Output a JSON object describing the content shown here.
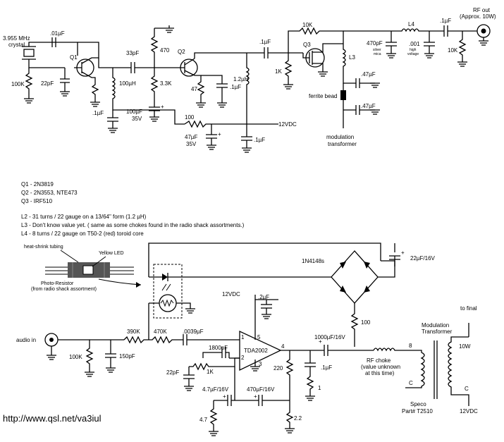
{
  "transmitter": {
    "crystal": "3.955 MHz\ncrystal",
    "c_01uF": ".01µF",
    "q1": "Q1",
    "r100k": "100K",
    "c22pF": "22pF",
    "c33pF": "33pF",
    "l100uH": "100µH",
    "c1uF_a": ".1µF",
    "r470": "470",
    "r33k": "3.3K",
    "c100uF": "100µF",
    "v35_a": "35V",
    "q2": "Q2",
    "r47": "47",
    "c1uF_b": ".1µF",
    "r100": "100",
    "c47uF": "47µF",
    "v35_b": "35V",
    "c1uF_c": ".1µF",
    "l12uH": "1.2µH",
    "c1uF_d": ".1µF",
    "r1k": "1K",
    "r10k_a": "10K",
    "q3": "Q3",
    "l3": "L3",
    "vdc12": "12VDC",
    "ferrite": "ferrite bead",
    "c47uF_a": ".47µF",
    "c47uF_b": ".47µF",
    "modtrans": "modulation\ntransformer",
    "c470pF": "470pF",
    "silver": "silver\nmica",
    "c001": ".001",
    "highv": "high\nvoltage",
    "l4": "L4",
    "c1uF_e": ".1µF",
    "r10k_b": "10K",
    "rfout": "RF out\n(Approx. 10W)"
  },
  "parts_list": [
    "Q1 - 2N3819",
    "Q2 - 2N3553, NTE473",
    "Q3 - IRF510",
    "",
    "L2 - 31 turns / 22 gauge on a 13/64\" form (1.2 µH)",
    "L3 - Don't know value yet. ( same as some chokes found in the radio shack assortments.)",
    "L4 - 8 turns / 22 gauge on T50-2 (red) toroid core"
  ],
  "modulator": {
    "heatshrink": "heat-shrink tubing",
    "yellowled": "Yellow LED",
    "photoresistor": "Photo-Resistor\n(from radio shack assortment)",
    "d1n4148": "1N4148s",
    "c22uF16": "22µF/16V",
    "audioin": "audio in",
    "r390k": "390K",
    "r470k": "470K",
    "c0039": ".0039µF",
    "vdc12": "12VDC",
    "c2uF": ".2µF",
    "r100k": "100K",
    "c150pF": "150pF",
    "c1800pF": "1800pF",
    "r1k": "1K",
    "c22pF": "22pF",
    "tda": "TDA2002",
    "pin1": "1",
    "pin2": "2",
    "pin3": "3",
    "pin4": "4",
    "pin5": "5",
    "r220": "220",
    "c1uF": ".1µF",
    "r1": "1",
    "c1000uF": "1000µF/16V",
    "r100": "100",
    "rfchoke": "RF choke\n(value unknown\nat this time)",
    "c47uF16": "4.7µF/16V",
    "c470uF16": "470µF/16V",
    "r47": "4.7",
    "r22": "2.2",
    "modtrans": "Modulation\nTransformer",
    "tofinal": "to final",
    "w10": "10W",
    "t8": "8",
    "tc": "C",
    "tc2": "C",
    "speco": "Speco\nPart# T2510",
    "vdc12b": "12VDC"
  },
  "url": "http://www.qsl.net/va3iul"
}
